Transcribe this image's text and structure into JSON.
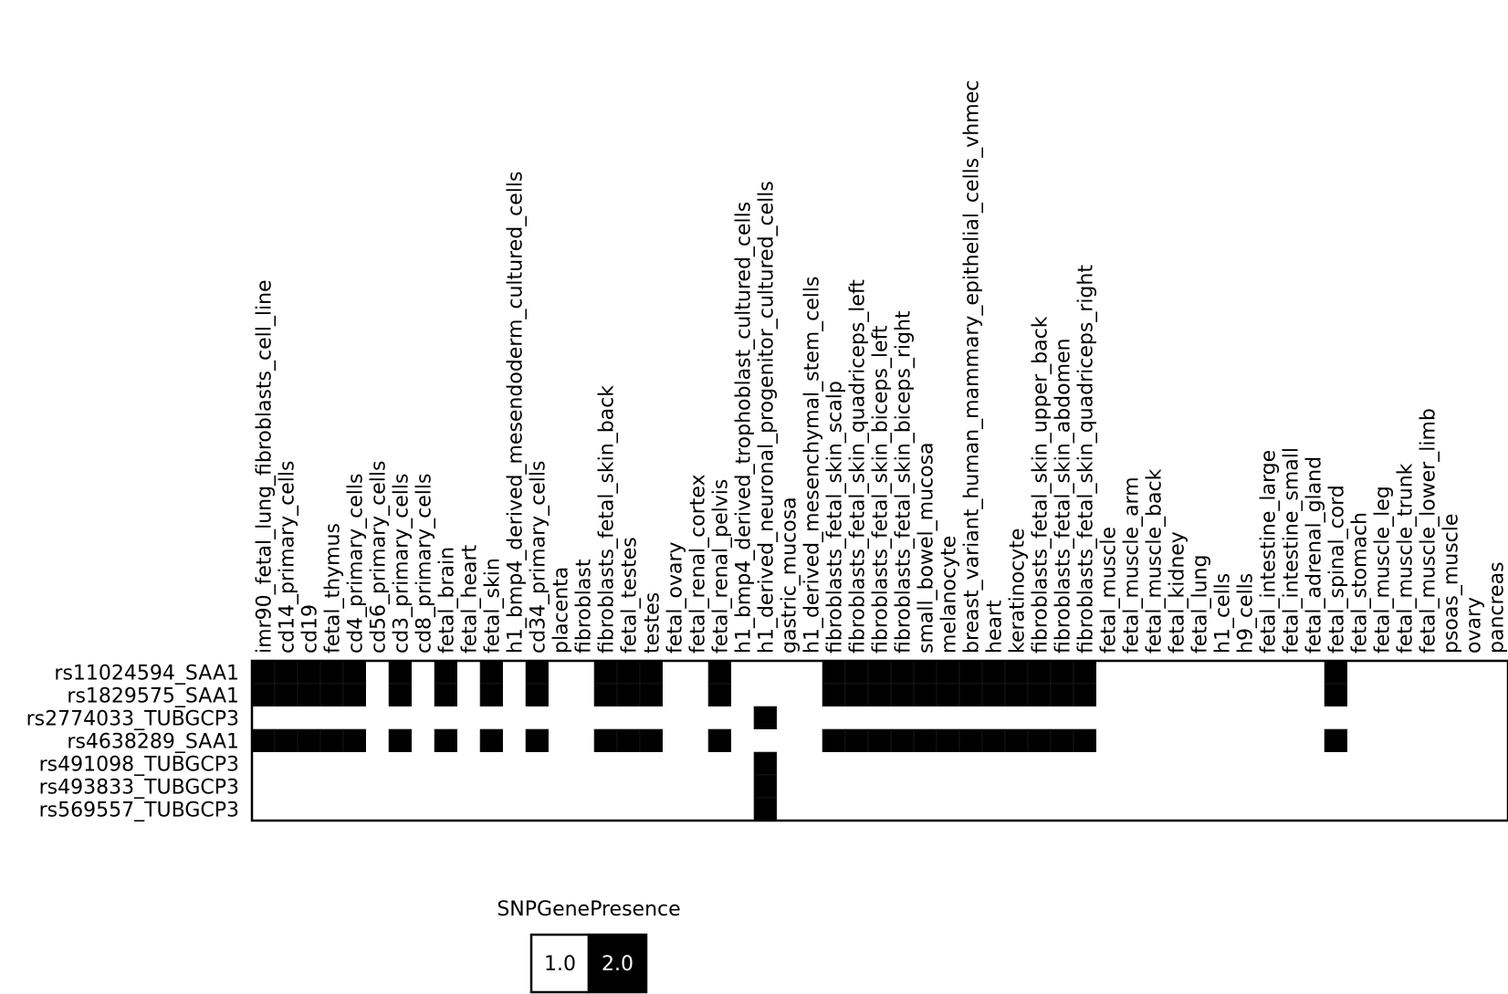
{
  "chart_data": {
    "type": "heatmap",
    "title": "",
    "xlabel": "",
    "ylabel": "",
    "x": [
      "imr90_fetal_lung_fibroblasts_cell_line",
      "cd14_primary_cells",
      "cd19",
      "fetal_thymus",
      "cd4_primary_cells",
      "cd56_primary_cells",
      "cd3_primary_cells",
      "cd8_primary_cells",
      "fetal_brain",
      "fetal_heart",
      "fetal_skin",
      "h1_bmp4_derived_mesendoderm_cultured_cells",
      "cd34_primary_cells",
      "placenta",
      "fibroblast",
      "fibroblasts_fetal_skin_back",
      "fetal_testes",
      "testes",
      "fetal_ovary",
      "fetal_renal_cortex",
      "fetal_renal_pelvis",
      "h1_bmp4_derived_trophoblast_cultured_cells",
      "h1_derived_neuronal_progenitor_cultured_cells",
      "gastric_mucosa",
      "h1_derived_mesenchymal_stem_cells",
      "fibroblasts_fetal_skin_scalp",
      "fibroblasts_fetal_skin_quadriceps_left",
      "fibroblasts_fetal_skin_biceps_left",
      "fibroblasts_fetal_skin_biceps_right",
      "small_bowel_mucosa",
      "melanocyte",
      "breast_variant_human_mammary_epithelial_cells_vhmec",
      "heart",
      "keratinocyte",
      "fibroblasts_fetal_skin_upper_back",
      "fibroblasts_fetal_skin_abdomen",
      "fibroblasts_fetal_skin_quadriceps_right",
      "fetal_muscle",
      "fetal_muscle_arm",
      "fetal_muscle_back",
      "fetal_kidney",
      "fetal_lung",
      "h1_cells",
      "h9_cells",
      "fetal_intestine_large",
      "fetal_intestine_small",
      "fetal_adrenal_gland",
      "fetal_spinal_cord",
      "fetal_stomach",
      "fetal_muscle_leg",
      "fetal_muscle_trunk",
      "fetal_muscle_lower_limb",
      "psoas_muscle",
      "ovary",
      "pancreas"
    ],
    "y": [
      "rs11024594_SAA1",
      "rs1829575_SAA1",
      "rs2774033_TUBGCP3",
      "rs4638289_SAA1",
      "rs491098_TUBGCP3",
      "rs493833_TUBGCP3",
      "rs569557_TUBGCP3"
    ],
    "values": [
      [
        2,
        2,
        2,
        2,
        2,
        1,
        2,
        1,
        2,
        1,
        2,
        1,
        2,
        1,
        1,
        2,
        2,
        2,
        1,
        1,
        2,
        1,
        1,
        1,
        1,
        2,
        2,
        2,
        2,
        2,
        2,
        2,
        2,
        2,
        2,
        2,
        2,
        1,
        1,
        1,
        1,
        1,
        1,
        1,
        1,
        1,
        1,
        2,
        1,
        1,
        1,
        1,
        1,
        1,
        1
      ],
      [
        2,
        2,
        2,
        2,
        2,
        1,
        2,
        1,
        2,
        1,
        2,
        1,
        2,
        1,
        1,
        2,
        2,
        2,
        1,
        1,
        2,
        1,
        1,
        1,
        1,
        2,
        2,
        2,
        2,
        2,
        2,
        2,
        2,
        2,
        2,
        2,
        2,
        1,
        1,
        1,
        1,
        1,
        1,
        1,
        1,
        1,
        1,
        2,
        1,
        1,
        1,
        1,
        1,
        1,
        1
      ],
      [
        1,
        1,
        1,
        1,
        1,
        1,
        1,
        1,
        1,
        1,
        1,
        1,
        1,
        1,
        1,
        1,
        1,
        1,
        1,
        1,
        1,
        1,
        2,
        1,
        1,
        1,
        1,
        1,
        1,
        1,
        1,
        1,
        1,
        1,
        1,
        1,
        1,
        1,
        1,
        1,
        1,
        1,
        1,
        1,
        1,
        1,
        1,
        1,
        1,
        1,
        1,
        1,
        1,
        1,
        1
      ],
      [
        2,
        2,
        2,
        2,
        2,
        1,
        2,
        1,
        2,
        1,
        2,
        1,
        2,
        1,
        1,
        2,
        2,
        2,
        1,
        1,
        2,
        1,
        1,
        1,
        1,
        2,
        2,
        2,
        2,
        2,
        2,
        2,
        2,
        2,
        2,
        2,
        2,
        1,
        1,
        1,
        1,
        1,
        1,
        1,
        1,
        1,
        1,
        2,
        1,
        1,
        1,
        1,
        1,
        1,
        1
      ],
      [
        1,
        1,
        1,
        1,
        1,
        1,
        1,
        1,
        1,
        1,
        1,
        1,
        1,
        1,
        1,
        1,
        1,
        1,
        1,
        1,
        1,
        1,
        2,
        1,
        1,
        1,
        1,
        1,
        1,
        1,
        1,
        1,
        1,
        1,
        1,
        1,
        1,
        1,
        1,
        1,
        1,
        1,
        1,
        1,
        1,
        1,
        1,
        1,
        1,
        1,
        1,
        1,
        1,
        1,
        1
      ],
      [
        1,
        1,
        1,
        1,
        1,
        1,
        1,
        1,
        1,
        1,
        1,
        1,
        1,
        1,
        1,
        1,
        1,
        1,
        1,
        1,
        1,
        1,
        2,
        1,
        1,
        1,
        1,
        1,
        1,
        1,
        1,
        1,
        1,
        1,
        1,
        1,
        1,
        1,
        1,
        1,
        1,
        1,
        1,
        1,
        1,
        1,
        1,
        1,
        1,
        1,
        1,
        1,
        1,
        1,
        1
      ],
      [
        1,
        1,
        1,
        1,
        1,
        1,
        1,
        1,
        1,
        1,
        1,
        1,
        1,
        1,
        1,
        1,
        1,
        1,
        1,
        1,
        1,
        1,
        2,
        1,
        1,
        1,
        1,
        1,
        1,
        1,
        1,
        1,
        1,
        1,
        1,
        1,
        1,
        1,
        1,
        1,
        1,
        1,
        1,
        1,
        1,
        1,
        1,
        1,
        1,
        1,
        1,
        1,
        1,
        1,
        1
      ]
    ],
    "legend": {
      "title": "SNPGenePresence",
      "placement": "bottom",
      "entries": [
        {
          "label": "1.0",
          "value": 1,
          "color": "#ffffff",
          "text_color": "#000000"
        },
        {
          "label": "2.0",
          "value": 2,
          "color": "#000000",
          "text_color": "#ffffff"
        }
      ]
    },
    "grid": false
  }
}
